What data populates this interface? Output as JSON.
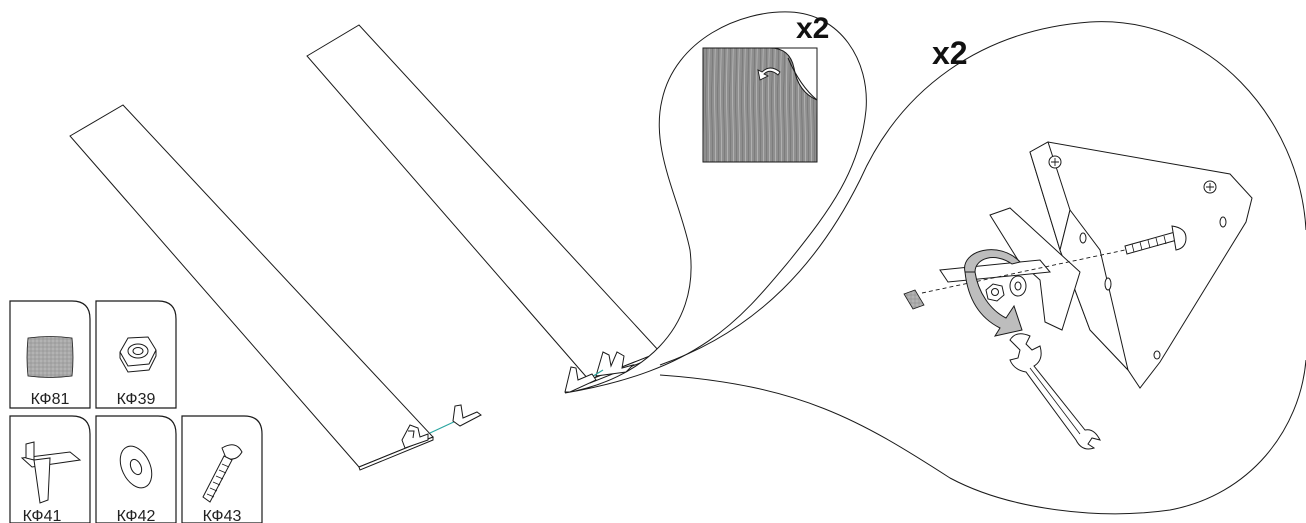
{
  "multipliers": {
    "sticker_detail": "x2",
    "bracket_detail": "x2"
  },
  "parts": [
    {
      "code": "КФ81",
      "icon": "felt-pad-icon"
    },
    {
      "code": "КФ39",
      "icon": "hex-nut-icon"
    },
    {
      "code": "КФ41",
      "icon": "angle-bracket-icon"
    },
    {
      "code": "КФ42",
      "icon": "washer-icon"
    },
    {
      "code": "КФ43",
      "icon": "bolt-icon"
    }
  ],
  "colors": {
    "line": "#1a1a1a",
    "wood_texture": "#9a9a9a",
    "connector_accent": "#2aa5a0",
    "arrow_fill": "#bdbdbd"
  }
}
